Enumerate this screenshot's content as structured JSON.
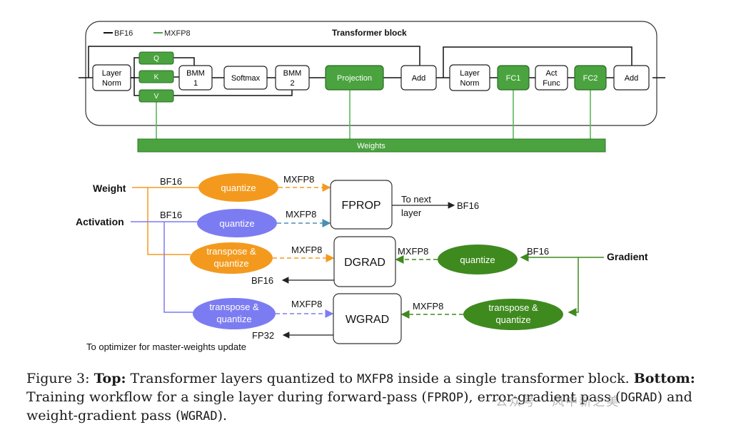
{
  "top": {
    "title": "Transformer block",
    "legend": {
      "bf16": "BF16",
      "mxfp8": "MXFP8",
      "bf16_color": "#111111",
      "mxfp8_color": "#4aa34a"
    },
    "layer_norm_1": [
      "Layer",
      "Norm"
    ],
    "q": "Q",
    "k": "K",
    "v": "V",
    "bmm1": [
      "BMM",
      "1"
    ],
    "softmax": "Softmax",
    "bmm2": [
      "BMM",
      "2"
    ],
    "projection": "Projection",
    "add1": "Add",
    "layer_norm_2": [
      "Layer",
      "Norm"
    ],
    "fc1": "FC1",
    "act_func": [
      "Act",
      "Func"
    ],
    "fc2": "FC2",
    "add2": "Add",
    "weights": "Weights"
  },
  "bottom": {
    "weight": "Weight",
    "activation": "Activation",
    "gradient": "Gradient",
    "bf16_weight": "BF16",
    "bf16_act": "BF16",
    "bf16_grad": "BF16",
    "quantize_w": "quantize",
    "quantize_a": "quantize",
    "tq_w": [
      "transpose &",
      "quantize"
    ],
    "tq_a": [
      "transpose &",
      "quantize"
    ],
    "quantize_g": "quantize",
    "tq_g": [
      "transpose &",
      "quantize"
    ],
    "mx_w_fprop": "MXFP8",
    "mx_a_fprop": "MXFP8",
    "mx_w_dgrad": "MXFP8",
    "mx_g_dgrad": "MXFP8",
    "mx_a_wgrad": "MXFP8",
    "mx_g_wgrad": "MXFP8",
    "fprop": "FPROP",
    "dgrad": "DGRAD",
    "wgrad": "WGRAD",
    "to_next": [
      "To next",
      "layer"
    ],
    "bf16_out": "BF16",
    "bf16_dgrad_out": "BF16",
    "fp32_out": "FP32",
    "optimizer": "To optimizer for master-weights update",
    "colors": {
      "orange": "#f39a1e",
      "purple": "#7c7cf2",
      "green": "#3f8a1f",
      "blue_dash": "#4a8fb0"
    }
  },
  "caption": {
    "fig_label": "Figure 3: ",
    "top_bold": "Top:",
    "text1": " Transformer layers quantized to ",
    "mx": "MXFP8",
    "text2": " inside a single transformer block. ",
    "bottom_bold": "Bottom:",
    "text3": " Training workflow for a single layer during forward-pass (",
    "fprop": "FPROP",
    "text4": "), error-gradient pass (",
    "dgrad": "DGRAD",
    "text5": ") and weight-gradient pass (",
    "wgrad": "WGRAD",
    "text6": ")."
  },
  "watermark": "公众号 · 风中新之美"
}
